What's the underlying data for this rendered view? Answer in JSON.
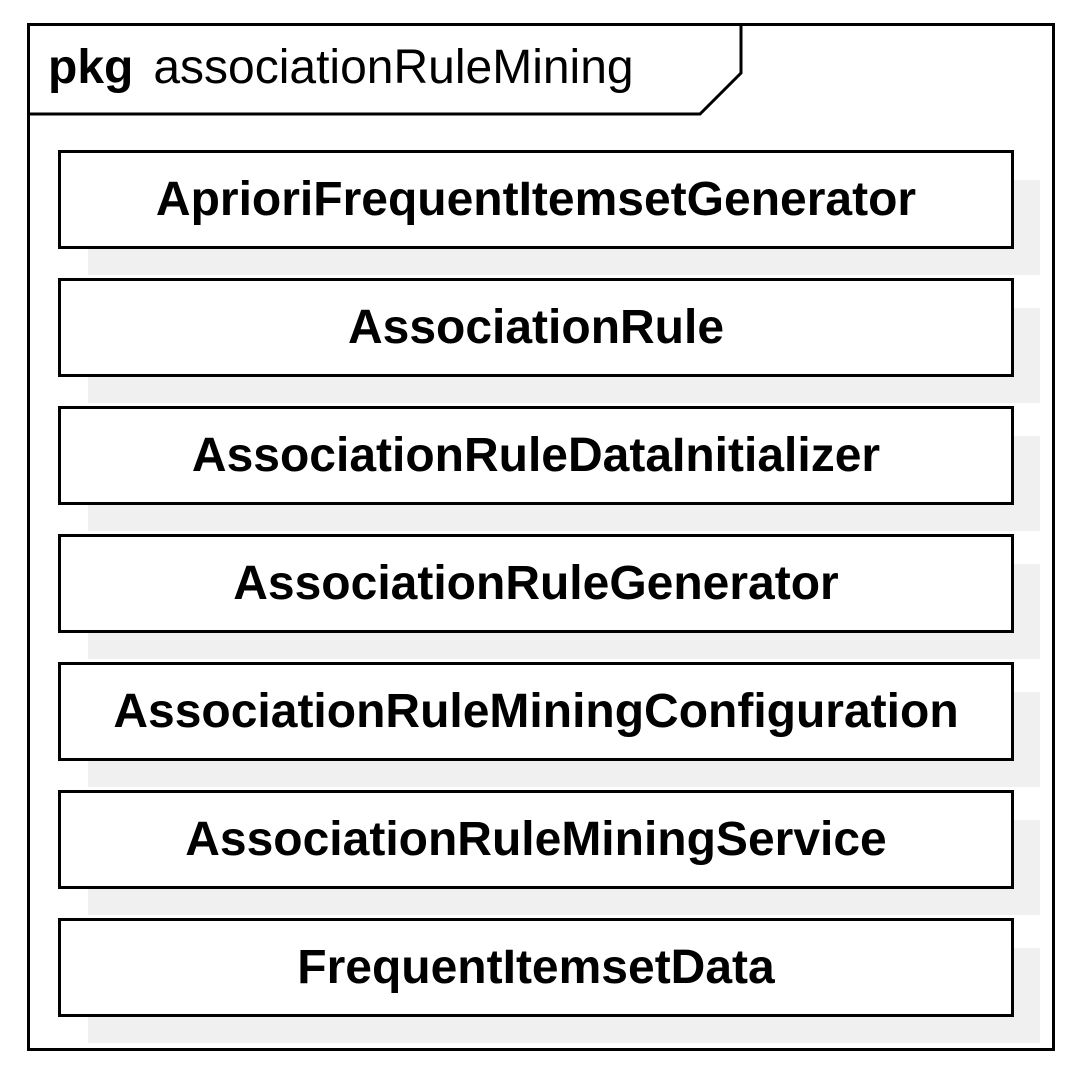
{
  "package": {
    "keyword": "pkg",
    "name": "associationRuleMining"
  },
  "classes": [
    {
      "name": "AprioriFrequentItemsetGenerator"
    },
    {
      "name": "AssociationRule"
    },
    {
      "name": "AssociationRuleDataInitializer"
    },
    {
      "name": "AssociationRuleGenerator"
    },
    {
      "name": "AssociationRuleMiningConfiguration"
    },
    {
      "name": "AssociationRuleMiningService"
    },
    {
      "name": "FrequentItemsetData"
    }
  ]
}
